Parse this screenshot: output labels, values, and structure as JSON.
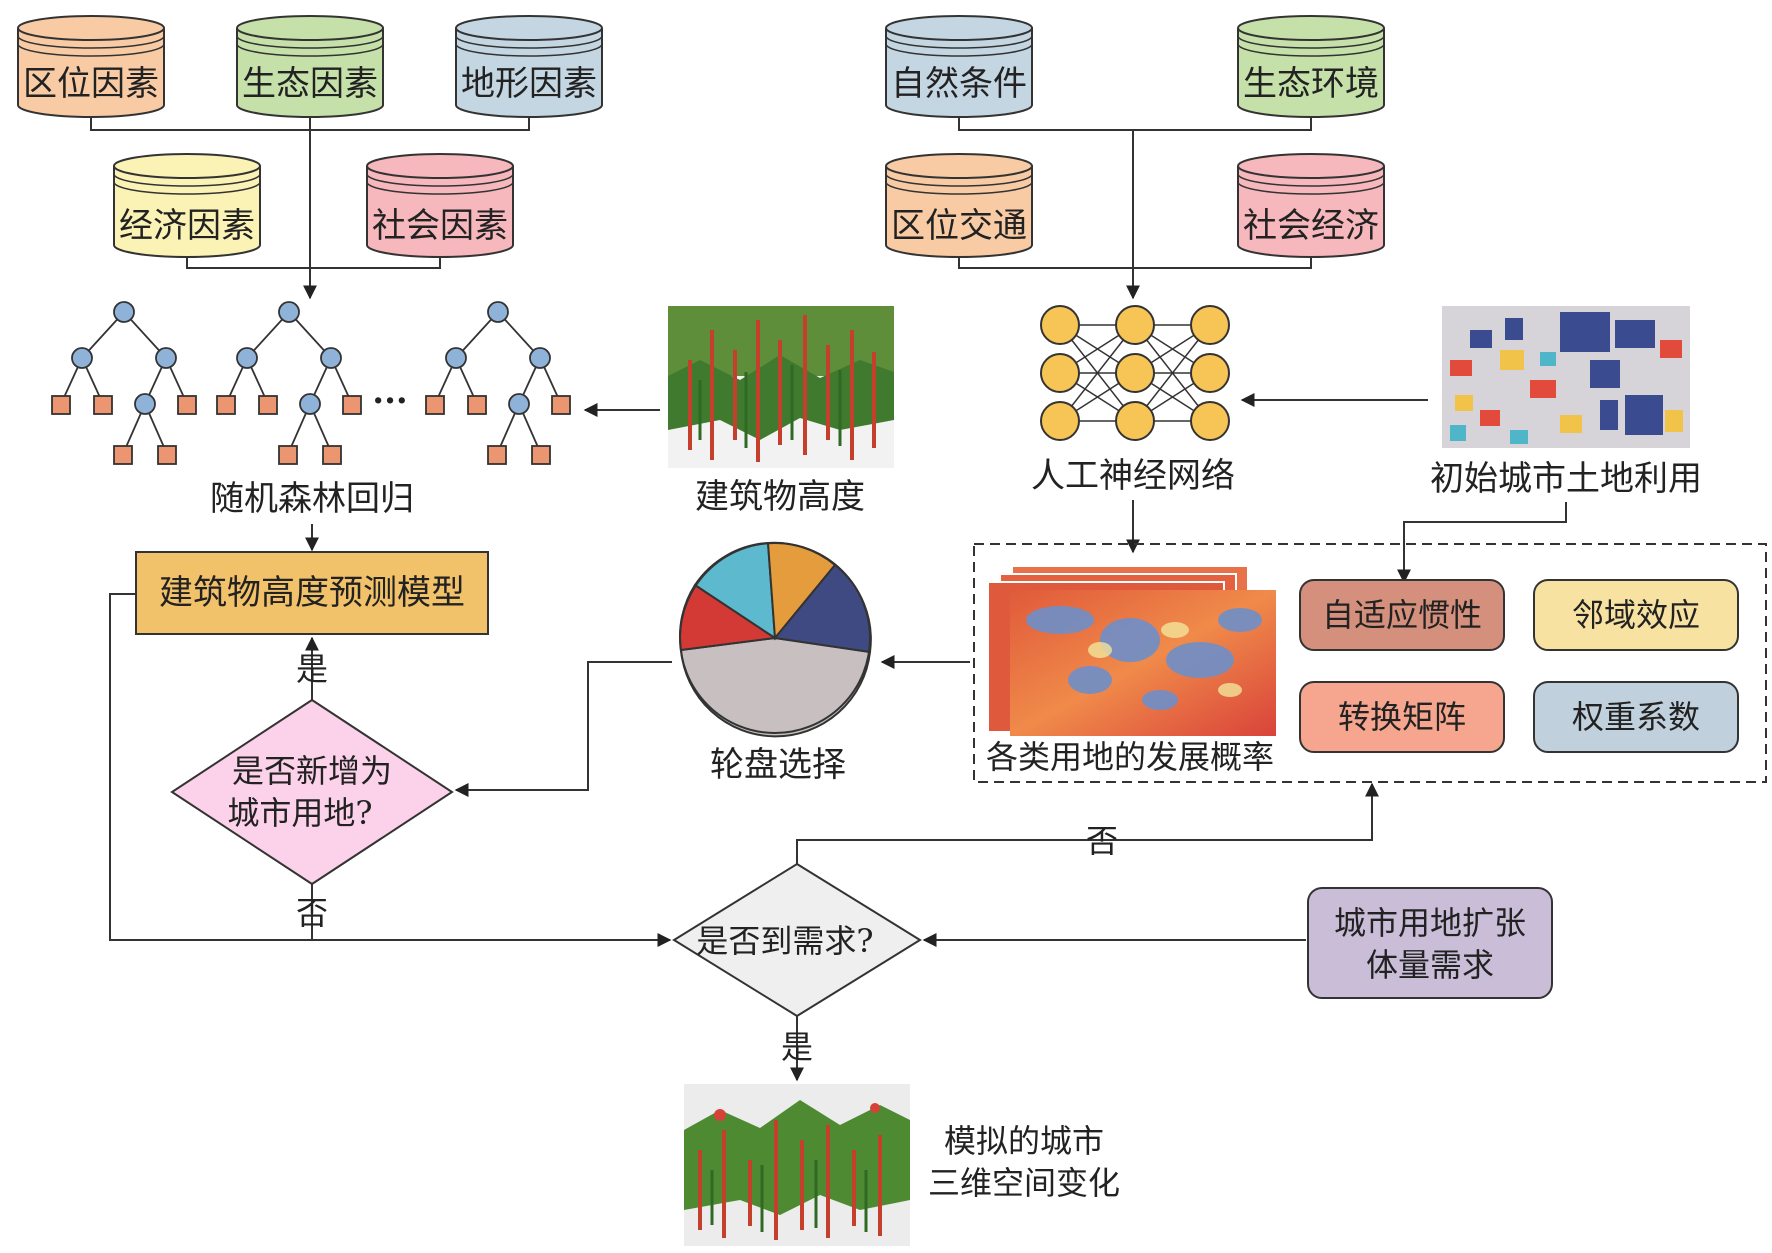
{
  "factors_left": {
    "top": [
      "区位因素",
      "生态因素",
      "地形因素"
    ],
    "bottom": [
      "经济因素",
      "社会因素"
    ]
  },
  "factors_right": {
    "top": [
      "自然条件",
      "生态环境"
    ],
    "bottom": [
      "区位交通",
      "社会经济"
    ]
  },
  "labels": {
    "ellipsis": "···",
    "random_forest": "随机森林回归",
    "building_height_img": "建筑物高度",
    "ann": "人工神经网络",
    "initial_landuse": "初始城市土地利用",
    "height_model": "建筑物高度预测模型",
    "roulette": "轮盘选择",
    "dev_prob": "各类用地的发展概率",
    "adaptive_inertia": "自适应惯性",
    "neighborhood": "邻域效应",
    "transition_matrix": "转换矩阵",
    "weight_coef": "权重系数",
    "new_urban_q_line1": "是否新增为",
    "new_urban_q_line2": "城市用地?",
    "demand_q": "是否到需求?",
    "expansion_line1": "城市用地扩张",
    "expansion_line2": "体量需求",
    "simulated_line1": "模拟的城市",
    "simulated_line2": "三维空间变化",
    "yes": "是",
    "no": "否"
  },
  "colors": {
    "orange_cyl": "#f8cba5",
    "green_cyl": "#c5e0a9",
    "blue_cyl": "#c5d6e3",
    "yellow_cyl": "#fbf3b6",
    "pink_cyl": "#f6b7bd",
    "model_box": "#f2c26b",
    "diamond_pink": "#fcd2ea",
    "diamond_gray": "#efefef",
    "adaptive": "#d4907c",
    "neighborhood": "#f8e2a2",
    "transition": "#f6a58f",
    "weight": "#c0d0dc",
    "expansion": "#c9bdd8",
    "tree_node": "#8fb2d9",
    "tree_leaf": "#eb9671",
    "ann_node": "#f6c556"
  }
}
